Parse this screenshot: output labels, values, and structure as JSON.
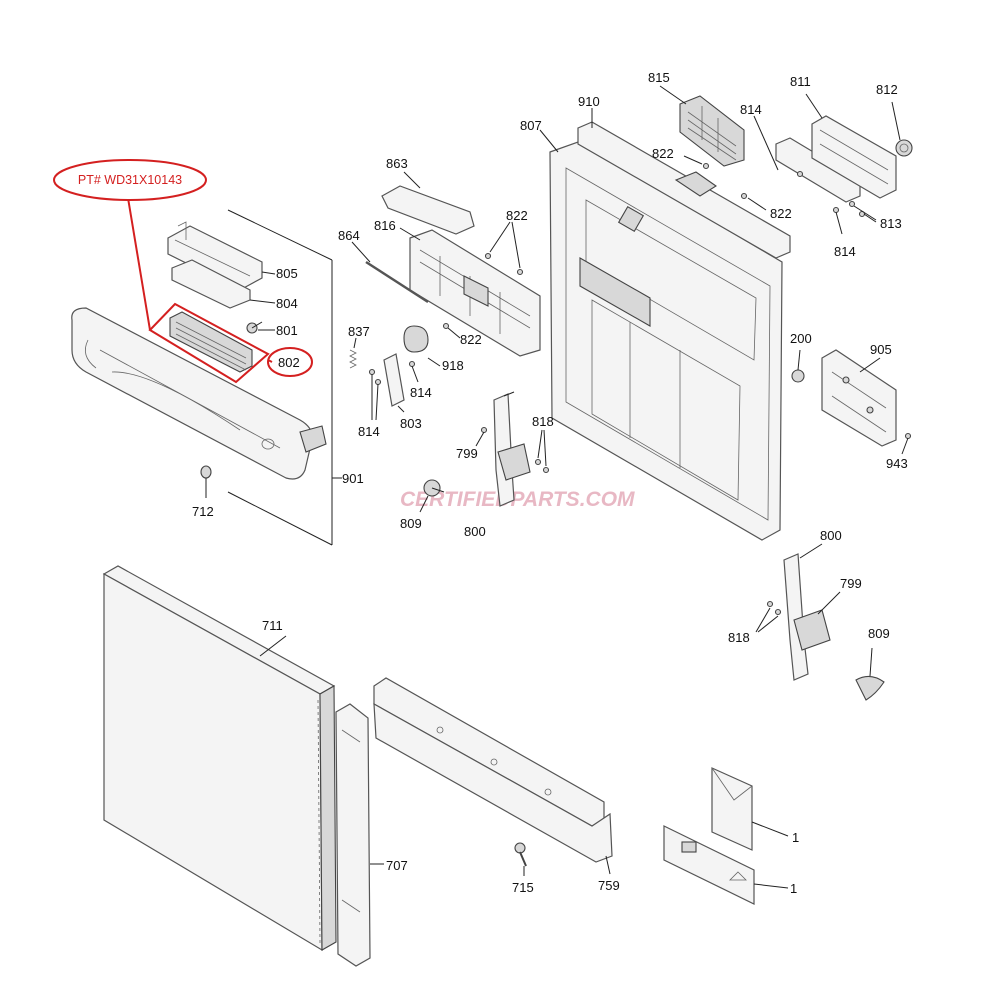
{
  "diagram": {
    "callout": {
      "text": "PT# WD31X10143",
      "highlight_label": "802",
      "color": "#d42020"
    },
    "watermark": {
      "text": "CERTIFIEDPARTS.COM",
      "color": "#e8b8c4"
    },
    "labels": {
      "l815": "815",
      "l811": "811",
      "l812": "812",
      "l910": "910",
      "l807": "807",
      "l814a": "814",
      "l822a": "822",
      "l822b": "822",
      "l813": "813",
      "l814b": "814",
      "l863": "863",
      "l816": "816",
      "l822c": "822",
      "l864": "864",
      "l822d": "822",
      "l805": "805",
      "l804": "804",
      "l801": "801",
      "l802": "802",
      "l837": "837",
      "l918": "918",
      "l814c": "814",
      "l803": "803",
      "l814d": "814",
      "l200": "200",
      "l905": "905",
      "l943": "943",
      "l818a": "818",
      "l799a": "799",
      "l800a": "800",
      "l809a": "809",
      "l901": "901",
      "l712": "712",
      "l711": "711",
      "l800b": "800",
      "l799b": "799",
      "l818b": "818",
      "l809b": "809",
      "l707": "707",
      "l715": "715",
      "l759": "759",
      "l1a": "1",
      "l1b": "1"
    }
  }
}
